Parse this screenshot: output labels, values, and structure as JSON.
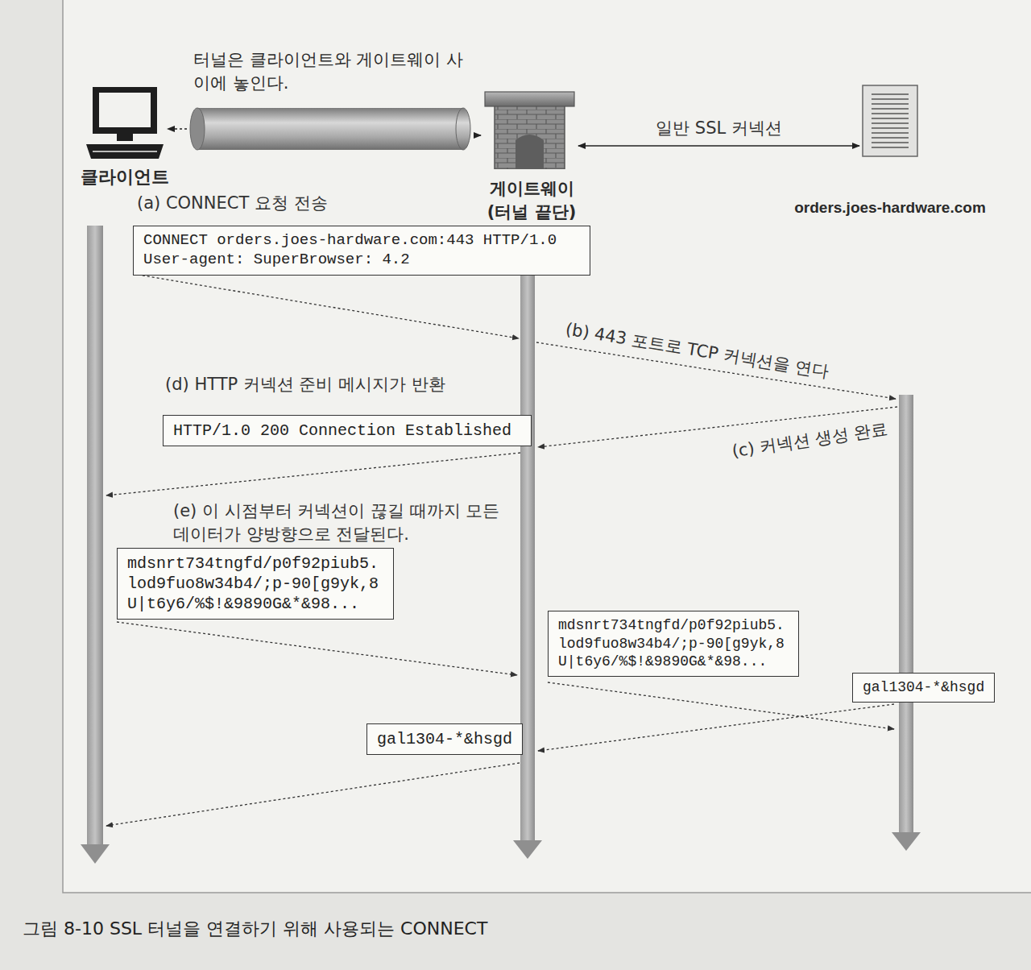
{
  "diagram": {
    "caption": "그림 8-10 SSL 터널을 연결하기 위해 사용되는 CONNECT",
    "nodes": [
      {
        "text": [
          "클라이언트"
        ]
      },
      {
        "text": [
          "터널은 클라이언트와 게이트웨이 사이에 놓인다."
        ]
      },
      {
        "text": [
          "게이트웨이 (터널 끝단)"
        ]
      },
      {
        "text": [
          "orders.joes-hardware.com"
        ]
      },
      {
        "text": [
          "CONNECT orders.joes-hardware.com:443 HTTP/1.0 User-agent: SuperBrowser: 4.2"
        ]
      },
      {
        "text": [
          "HTTP/1.0 200 Connection Established"
        ]
      },
      {
        "text": [
          "mdsnrt734tngfd/p0f92piub5. lod9fuo8w34b4/;p-90[g9yk,8 U|t6y6/%$!&9890G&*&98..."
        ]
      },
      {
        "text": [
          "mdsnrt734tngfd/p0f92piub5. lod9fuo8w34b4/;p-90[g9yk,8 U|t6y6/%$!&9890G&*&98..."
        ]
      },
      {
        "text": [
          "gal1304-*&hsgd"
        ]
      },
      {
        "text": [
          "gal1304-*&hsgd"
        ]
      }
    ],
    "edges": [
      {
        "from": 1,
        "to": 0,
        "arrow": "to"
      },
      {
        "from": 1,
        "to": 2,
        "arrow": "to"
      },
      {
        "from": 2,
        "to": 3,
        "label": "일반 SSL 커넥션",
        "arrow": "both"
      }
    ],
    "labels": [
      "(a) CONNECT 요청 전송",
      "(b) 443 포트로 TCP 커넥션을 연다",
      "(c) 커넥션 생성 완료",
      "(d) HTTP 커넥션 준비 메시지가 반환",
      "(e) 이 시점부터 커넥션이 끊길 때까지 모든 데이터가 양방향으로 전달된다."
    ]
  }
}
